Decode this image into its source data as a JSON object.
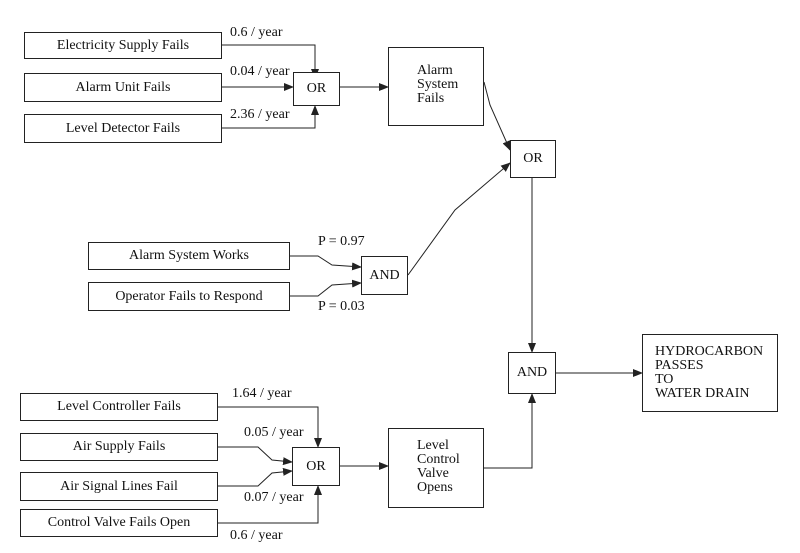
{
  "events": {
    "electricity_supply_fails": "Electricity Supply Fails",
    "alarm_unit_fails": "Alarm Unit Fails",
    "level_detector_fails": "Level Detector Fails",
    "alarm_system_works": "Alarm System Works",
    "operator_fails_to_respond": "Operator Fails to Respond",
    "level_controller_fails": "Level Controller Fails",
    "air_supply_fails": "Air Supply Fails",
    "air_signal_lines_fail": "Air Signal Lines Fail",
    "control_valve_fails_open": "Control Valve Fails Open"
  },
  "gates": {
    "or_alarm": "OR",
    "or_top": "OR",
    "and_operator": "AND",
    "and_final": "AND",
    "or_valve": "OR"
  },
  "intermediate": {
    "alarm_system_fails": [
      "Alarm",
      "System",
      "Fails"
    ],
    "level_control_valve_opens": [
      "Level",
      "Control",
      "Valve",
      "Opens"
    ]
  },
  "top_event": [
    "HYDROCARBON",
    "PASSES",
    "TO",
    "WATER DRAIN"
  ],
  "rates": {
    "electricity": "0.6 / year",
    "alarm_unit": "0.04 / year",
    "level_detector": "2.36 / year",
    "alarm_works": "P  =  0.97",
    "operator": "P  =  0.03",
    "level_controller": "1.64 / year",
    "air_supply": "0.05 / year",
    "air_signal": "0.07 / year",
    "control_valve": "0.6 / year"
  }
}
